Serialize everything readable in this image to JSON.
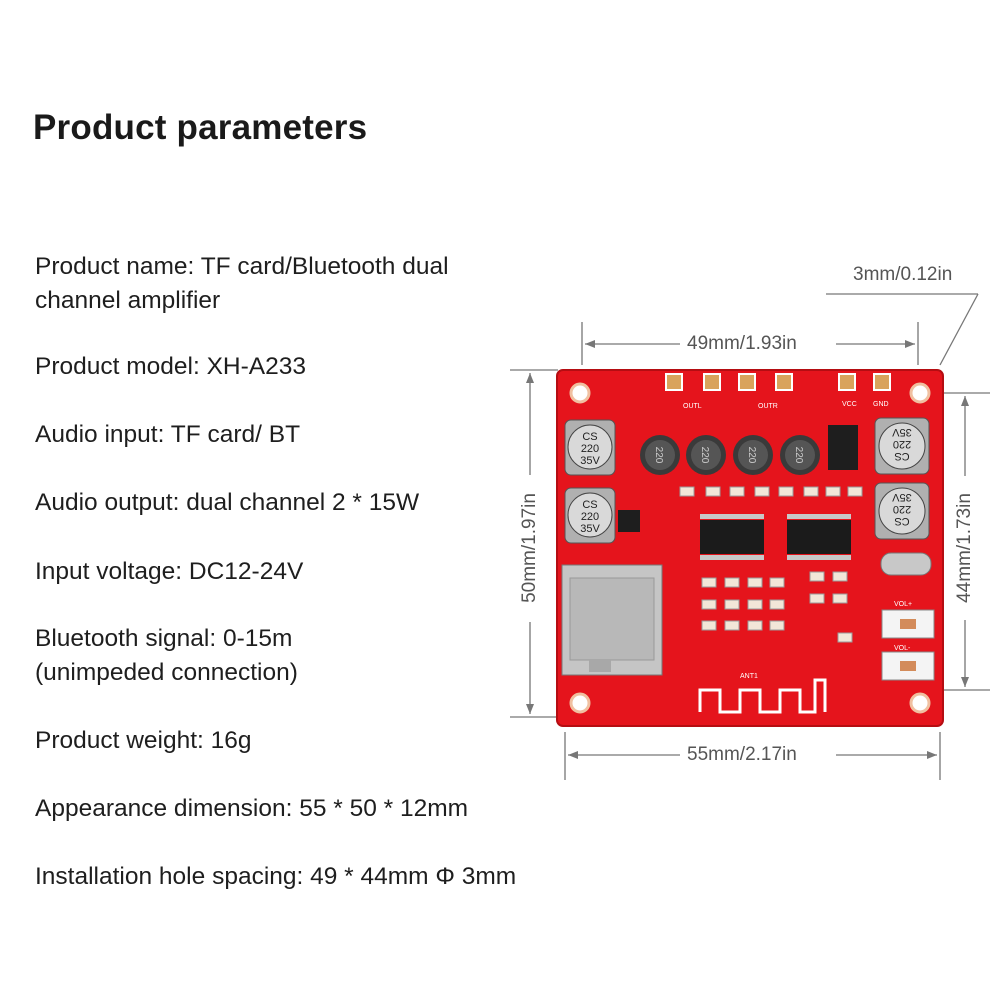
{
  "title": "Product parameters",
  "params": [
    {
      "label": "Product name:",
      "value": "TF card/Bluetooth dual channel amplifier",
      "line1": "Product name: TF card/Bluetooth dual",
      "line2": "channel amplifier"
    },
    {
      "label": "Product model:",
      "value": "XH-A233",
      "text": "Product model: XH-A233"
    },
    {
      "label": "Audio input:",
      "value": "TF card/ BT",
      "text": "Audio input: TF card/ BT"
    },
    {
      "label": "Audio output:",
      "value": "dual channel 2 * 15W",
      "text": "Audio output: dual channel 2 * 15W"
    },
    {
      "label": "Input voltage:",
      "value": "DC12-24V",
      "text": "Input voltage: DC12-24V"
    },
    {
      "label": "Bluetooth signal:",
      "value": "0-15m (unimpeded connection)",
      "line1": "Bluetooth signal: 0-15m",
      "line2": "(unimpeded connection)"
    },
    {
      "label": "Product weight:",
      "value": "16g",
      "text": "Product weight: 16g"
    },
    {
      "label": "Appearance dimension:",
      "value": "55 * 50 * 12mm",
      "text": "Appearance dimension: 55 * 50 * 12mm"
    },
    {
      "label": "Installation hole spacing:",
      "value": "49 * 44mm Φ 3mm",
      "text": "Installation hole spacing: 49 * 44mm Φ 3mm"
    }
  ],
  "dimensions": {
    "hole_diameter": "3mm/0.12in",
    "hole_spacing_width": "49mm/1.93in",
    "board_width": "55mm/2.17in",
    "board_height": "50mm/1.97in",
    "hole_spacing_height": "44mm/1.73in"
  },
  "board": {
    "color": "#e8141c",
    "capacitor_label": [
      "CS",
      "220",
      "35V"
    ],
    "inductor_label": "220",
    "silkscreen": [
      "OUTL",
      "OUTR",
      "VCC",
      "GND",
      "VOL+",
      "VOL-",
      "ANT1"
    ]
  }
}
